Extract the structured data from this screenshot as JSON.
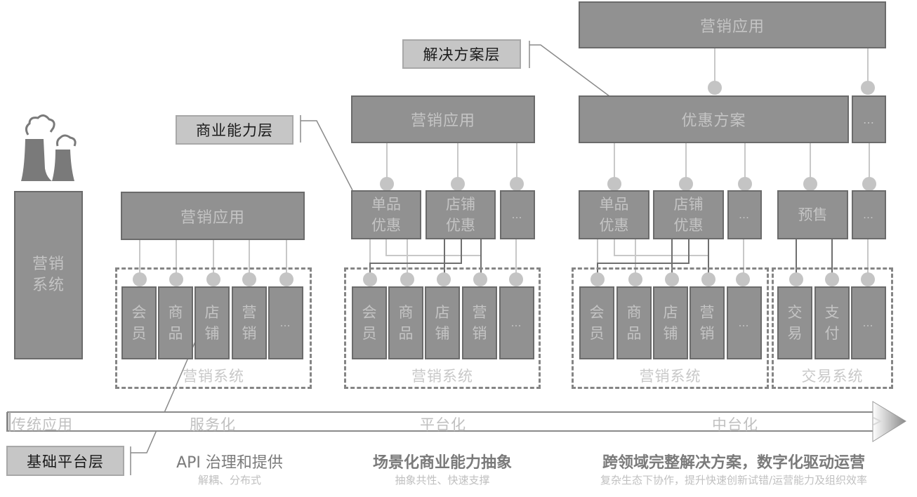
{
  "colors": {
    "box_fill": "#919191",
    "box_border": "#6b6b6b",
    "box_text": "#c4c4c4",
    "connector_light": "#c8c8c8",
    "connector_dark": "#6f6f6f",
    "layer_tag_fill": "#c6c6c6",
    "dashed_border": "#858585"
  },
  "legacy": {
    "icon": "factory-icon",
    "system_label_line1": "营销",
    "system_label_line2": "系统"
  },
  "layer_tags": {
    "solution": "解决方案层",
    "business": "商业能力层",
    "foundation": "基础平台层"
  },
  "service_stage": {
    "app_label": "营销应用",
    "group_label": "营销系统",
    "services": [
      {
        "l1": "会",
        "l2": "员"
      },
      {
        "l1": "商",
        "l2": "品"
      },
      {
        "l1": "店",
        "l2": "铺"
      },
      {
        "l1": "营",
        "l2": "销"
      },
      {
        "l1": "…",
        "l2": ""
      }
    ]
  },
  "platform_stage": {
    "app_label": "营销应用",
    "capabilities": [
      {
        "l1": "单品",
        "l2": "优惠"
      },
      {
        "l1": "店铺",
        "l2": "优惠"
      },
      {
        "l1": "…",
        "l2": ""
      }
    ],
    "group_label": "营销系统",
    "services": [
      {
        "l1": "会",
        "l2": "员"
      },
      {
        "l1": "商",
        "l2": "品"
      },
      {
        "l1": "店",
        "l2": "铺"
      },
      {
        "l1": "营",
        "l2": "销"
      },
      {
        "l1": "…",
        "l2": ""
      }
    ]
  },
  "middle_stage": {
    "app_label": "营销应用",
    "solution_label": "优惠方案",
    "solution_more": "…",
    "capabilities": [
      {
        "l1": "单品",
        "l2": "优惠"
      },
      {
        "l1": "店铺",
        "l2": "优惠"
      },
      {
        "l1": "…",
        "l2": ""
      },
      {
        "l1": "预售",
        "l2": ""
      },
      {
        "l1": "…",
        "l2": ""
      }
    ],
    "marketing_group_label": "营销系统",
    "marketing_services": [
      {
        "l1": "会",
        "l2": "员"
      },
      {
        "l1": "商",
        "l2": "品"
      },
      {
        "l1": "店",
        "l2": "铺"
      },
      {
        "l1": "营",
        "l2": "销"
      },
      {
        "l1": "…",
        "l2": ""
      }
    ],
    "trade_group_label": "交易系统",
    "trade_services": [
      {
        "l1": "交",
        "l2": "易"
      },
      {
        "l1": "支",
        "l2": "付"
      },
      {
        "l1": "…",
        "l2": ""
      }
    ]
  },
  "timeline": {
    "stages": [
      "传统应用",
      "服务化",
      "平台化",
      "中台化"
    ],
    "arrow_icon": "chevron-right-icon"
  },
  "captions": [
    {
      "main": "API 治理和提供",
      "sub": "解耦、分布式"
    },
    {
      "main": "场景化商业能力抽象",
      "sub": "抽象共性、快速支撑"
    },
    {
      "main": "跨领域完整解决方案，数字化驱动运营",
      "sub": "复杂生态下协作，提升快速创新试错/运营能力及组织效率"
    }
  ]
}
